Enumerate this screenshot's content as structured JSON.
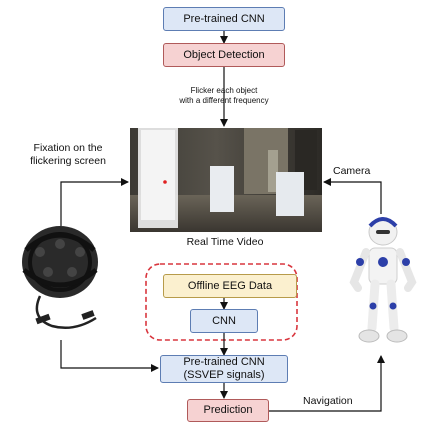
{
  "boxes": {
    "cnn_top": "Pre-trained CNN",
    "object_detection": "Object Detection",
    "offline_eeg": "Offline EEG Data",
    "cnn_mid": "CNN",
    "cnn_ssvep_line1": "Pre-trained CNN",
    "cnn_ssvep_line2": "(SSVEP signals)",
    "prediction": "Prediction"
  },
  "labels": {
    "flicker_line1": "Flicker each object",
    "flicker_line2": "with a different frequency",
    "fixation_line1": "Fixation on the",
    "fixation_line2": "flickering screen",
    "camera": "Camera",
    "real_time_video": "Real Time Video",
    "navigation": "Navigation"
  },
  "images": {
    "video": "video-frame-image",
    "headset": "eeg-headset-image",
    "robot": "nao-robot-image"
  },
  "colors": {
    "blue_fill": "#dde7f6",
    "red_fill": "#f6d2d2",
    "yellow_fill": "#fbf0cf",
    "dashed_border": "#d9363e"
  }
}
